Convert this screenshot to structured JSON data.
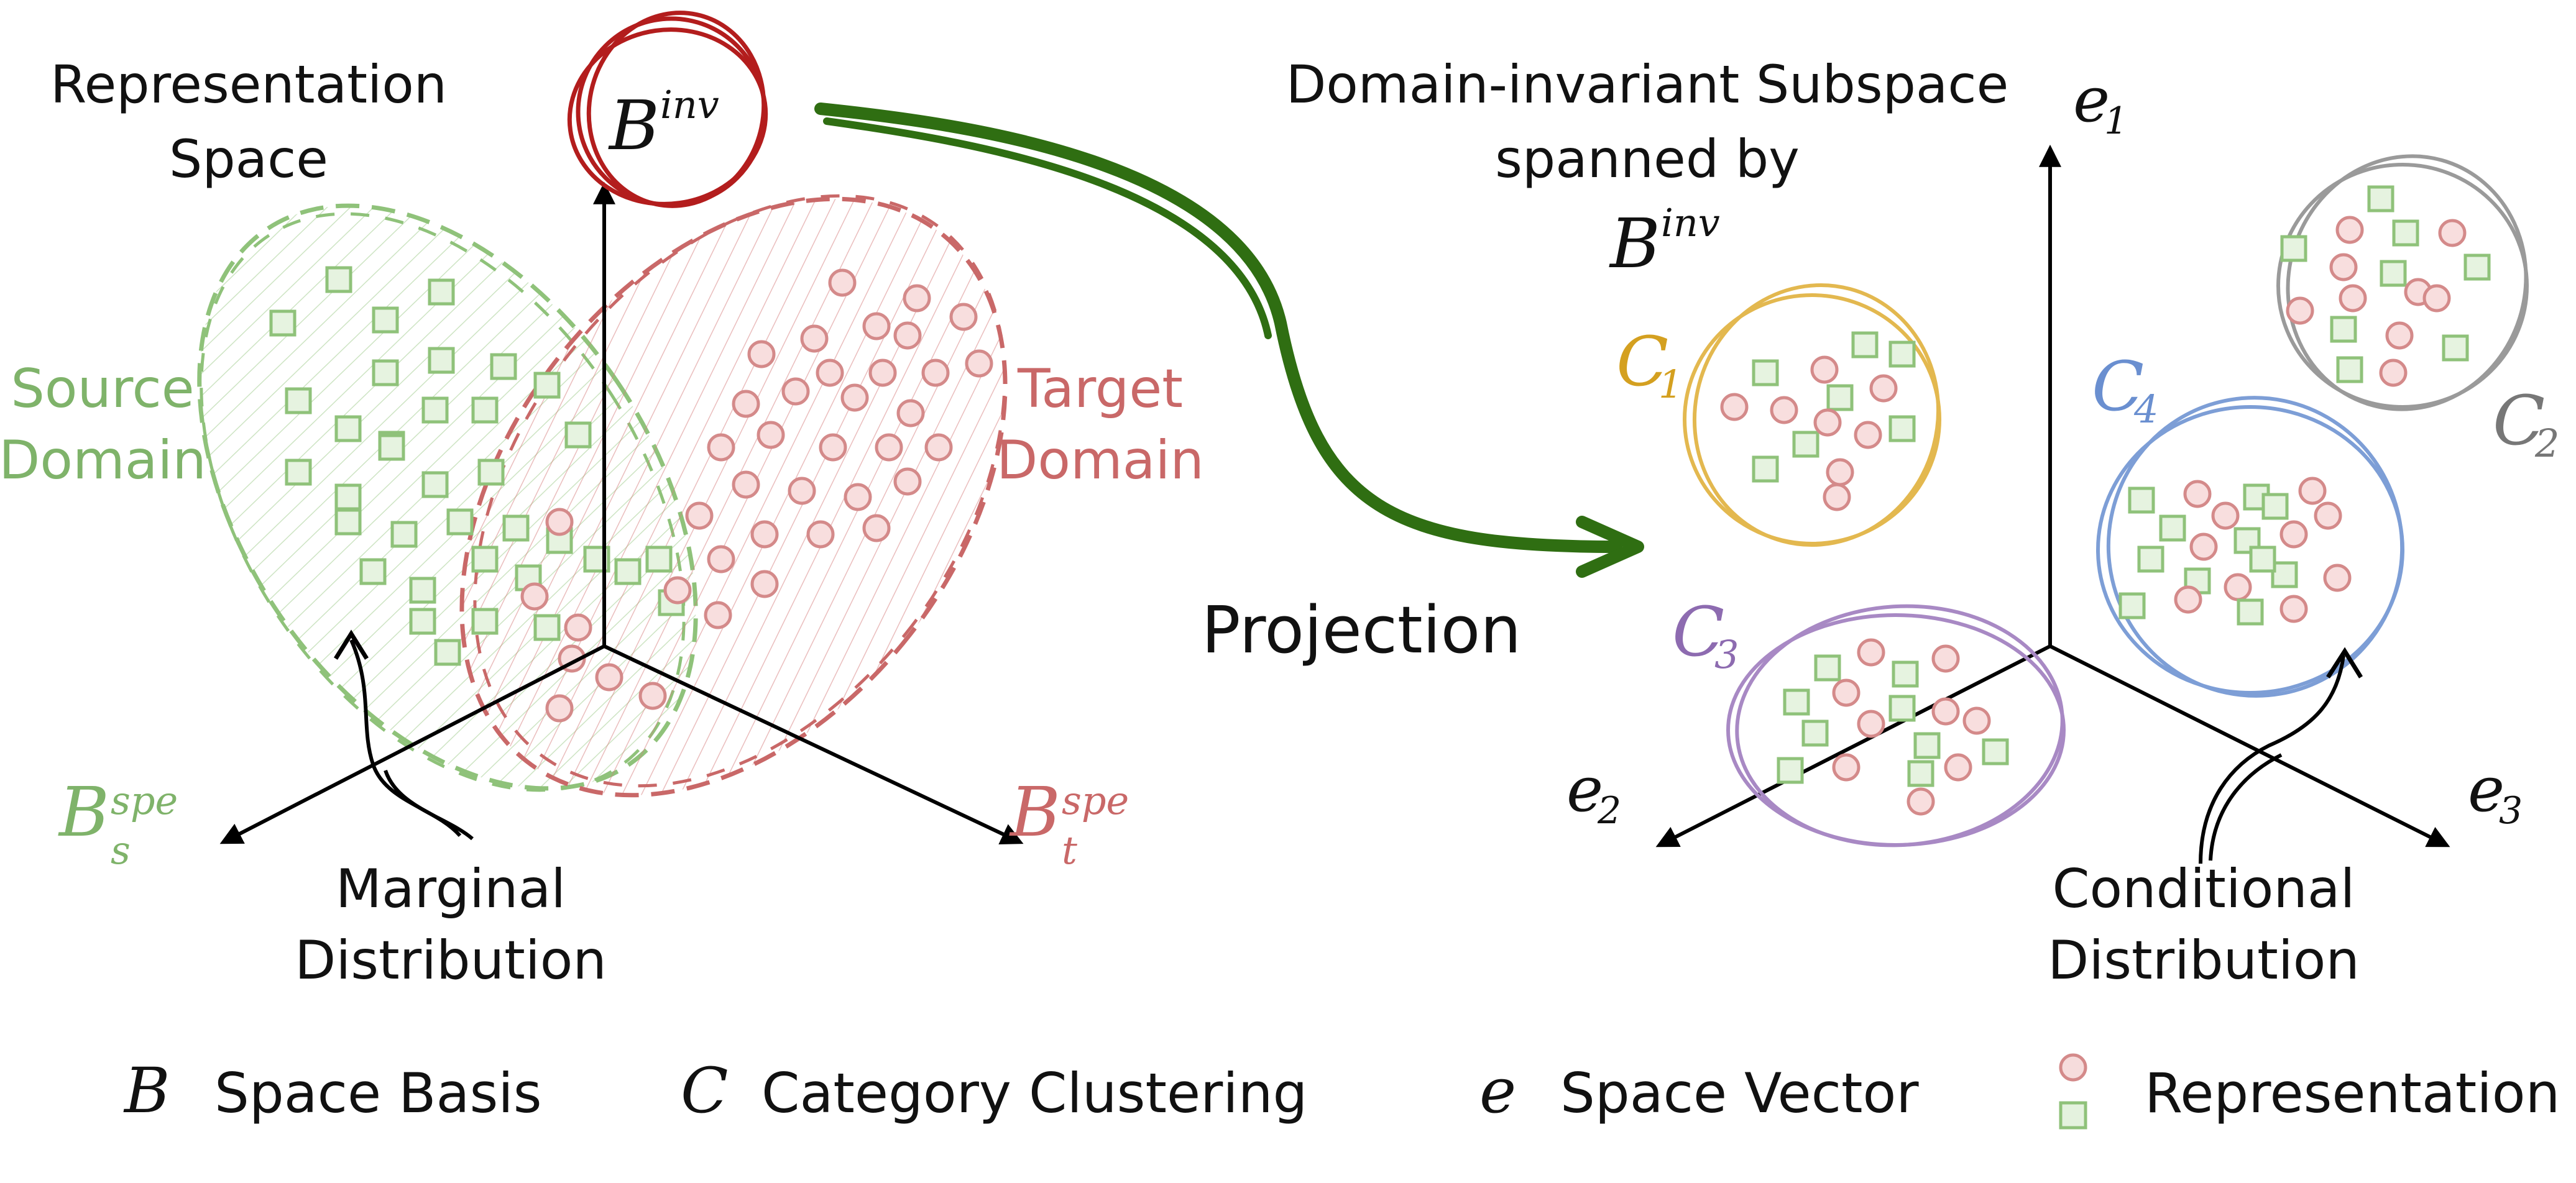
{
  "colors": {
    "source": "#7fb36a",
    "target": "#c96868",
    "green_arrow": "#2f6e12",
    "basis_circle": "#b31d1d",
    "c1": "#e3b84f",
    "c2": "#9a9a9a",
    "c3": "#a889c4",
    "c4": "#7d9ed6",
    "marker_circle": "#d48a8a",
    "marker_square": "#8fc27a",
    "axis": "#000000"
  },
  "left": {
    "title_line1": "Representation",
    "title_line2": "Space",
    "basis_top": {
      "base": "B",
      "sup": "inv"
    },
    "basis_left": {
      "base": "B",
      "sup": "spe",
      "sub": "s"
    },
    "basis_right": {
      "base": "B",
      "sup": "spe",
      "sub": "t"
    },
    "source_line1": "Source",
    "source_line2": "Domain",
    "target_line1": "Target",
    "target_line2": "Domain",
    "marginal_line1": "Marginal",
    "marginal_line2": "Distribution"
  },
  "middle": {
    "projection": "Projection"
  },
  "right": {
    "title_line1": "Domain-invariant Subspace",
    "title_line2": "spanned by",
    "title_basis": {
      "base": "B",
      "sup": "inv"
    },
    "e1": {
      "base": "e",
      "sub": "1"
    },
    "e2": {
      "base": "e",
      "sub": "2"
    },
    "e3": {
      "base": "e",
      "sub": "3"
    },
    "c1": {
      "base": "C",
      "sub": "1"
    },
    "c2": {
      "base": "C",
      "sub": "2"
    },
    "c3": {
      "base": "C",
      "sub": "3"
    },
    "c4": {
      "base": "C",
      "sub": "4"
    },
    "conditional_line1": "Conditional",
    "conditional_line2": "Distribution"
  },
  "legend": {
    "b_symbol": "B",
    "b_text": "Space Basis",
    "c_symbol": "C",
    "c_text": "Category Clustering",
    "e_symbol": "e",
    "e_text": "Space Vector",
    "rep_text": "Representation"
  }
}
